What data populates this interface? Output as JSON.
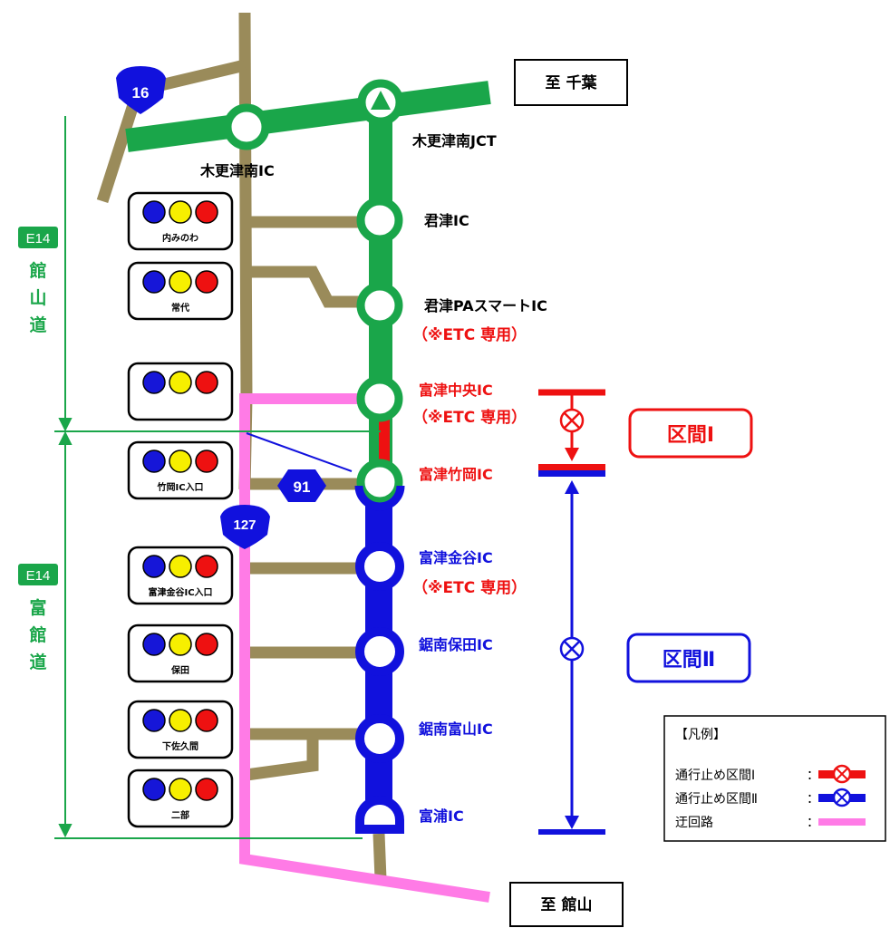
{
  "destinations": {
    "north": "至 千葉",
    "south": "至 館山"
  },
  "interchanges": [
    {
      "key": "kisarazu-minami-jct",
      "name": "木更津南JCT",
      "color": "#000000"
    },
    {
      "key": "kisarazu-minami-ic",
      "name": "木更津南IC",
      "color": "#000000"
    },
    {
      "key": "kimitsu-ic",
      "name": "君津IC",
      "color": "#000000"
    },
    {
      "key": "kimitsu-pa-ic",
      "name": "君津PAスマートIC",
      "note": "（※ETC 専用）",
      "color": "#000000"
    },
    {
      "key": "futtsu-chuo-ic",
      "name": "富津中央IC",
      "note": "（※ETC 専用）",
      "color": "#ee1111"
    },
    {
      "key": "futtsu-takeoka-ic",
      "name": "富津竹岡IC",
      "color": "#ee1111"
    },
    {
      "key": "futtsu-kanaya-ic",
      "name": "富津金谷IC",
      "note": "（※ETC 専用）",
      "color": "#1111dd"
    },
    {
      "key": "kyonan-hota-ic",
      "name": "鋸南保田IC",
      "color": "#1111dd"
    },
    {
      "key": "kyonan-tomiyama-ic",
      "name": "鋸南富山IC",
      "color": "#1111dd"
    },
    {
      "key": "tomiura-ic",
      "name": "富浦IC",
      "color": "#1111dd"
    }
  ],
  "expressways": [
    {
      "code": "E14",
      "name_chars": [
        "館",
        "山",
        "道"
      ]
    },
    {
      "code": "E14",
      "name_chars": [
        "富",
        "館",
        "道"
      ]
    }
  ],
  "route_shields": [
    "16",
    "91",
    "127"
  ],
  "signals": [
    {
      "label": "内みのわ"
    },
    {
      "label": "常代"
    },
    {
      "label": ""
    },
    {
      "label": "竹岡IC入口"
    },
    {
      "label": "富津金谷IC入口"
    },
    {
      "label": "保田"
    },
    {
      "label": "下佐久間"
    },
    {
      "label": "二部"
    }
  ],
  "sections": [
    {
      "label": "区間Ⅰ",
      "color": "#ee1111"
    },
    {
      "label": "区間Ⅱ",
      "color": "#1111dd"
    }
  ],
  "legend": {
    "title": "【凡例】",
    "items": [
      {
        "label": "通行止め区間Ⅰ",
        "sep": "：",
        "color": "#ee1111"
      },
      {
        "label": "通行止め区間Ⅱ",
        "sep": "：",
        "color": "#1111dd"
      },
      {
        "label": "迂回路",
        "sep": "：",
        "color": "#ff7be6"
      }
    ]
  },
  "colors": {
    "expressway": "#1aa64a",
    "closure_1": "#ee1111",
    "closure_2": "#1111dd",
    "detour": "#ff7be6",
    "local_road": "#9a8b5a",
    "signal_blue": "#1616d8",
    "signal_yellow": "#f7ef00",
    "signal_red": "#ee1111"
  }
}
